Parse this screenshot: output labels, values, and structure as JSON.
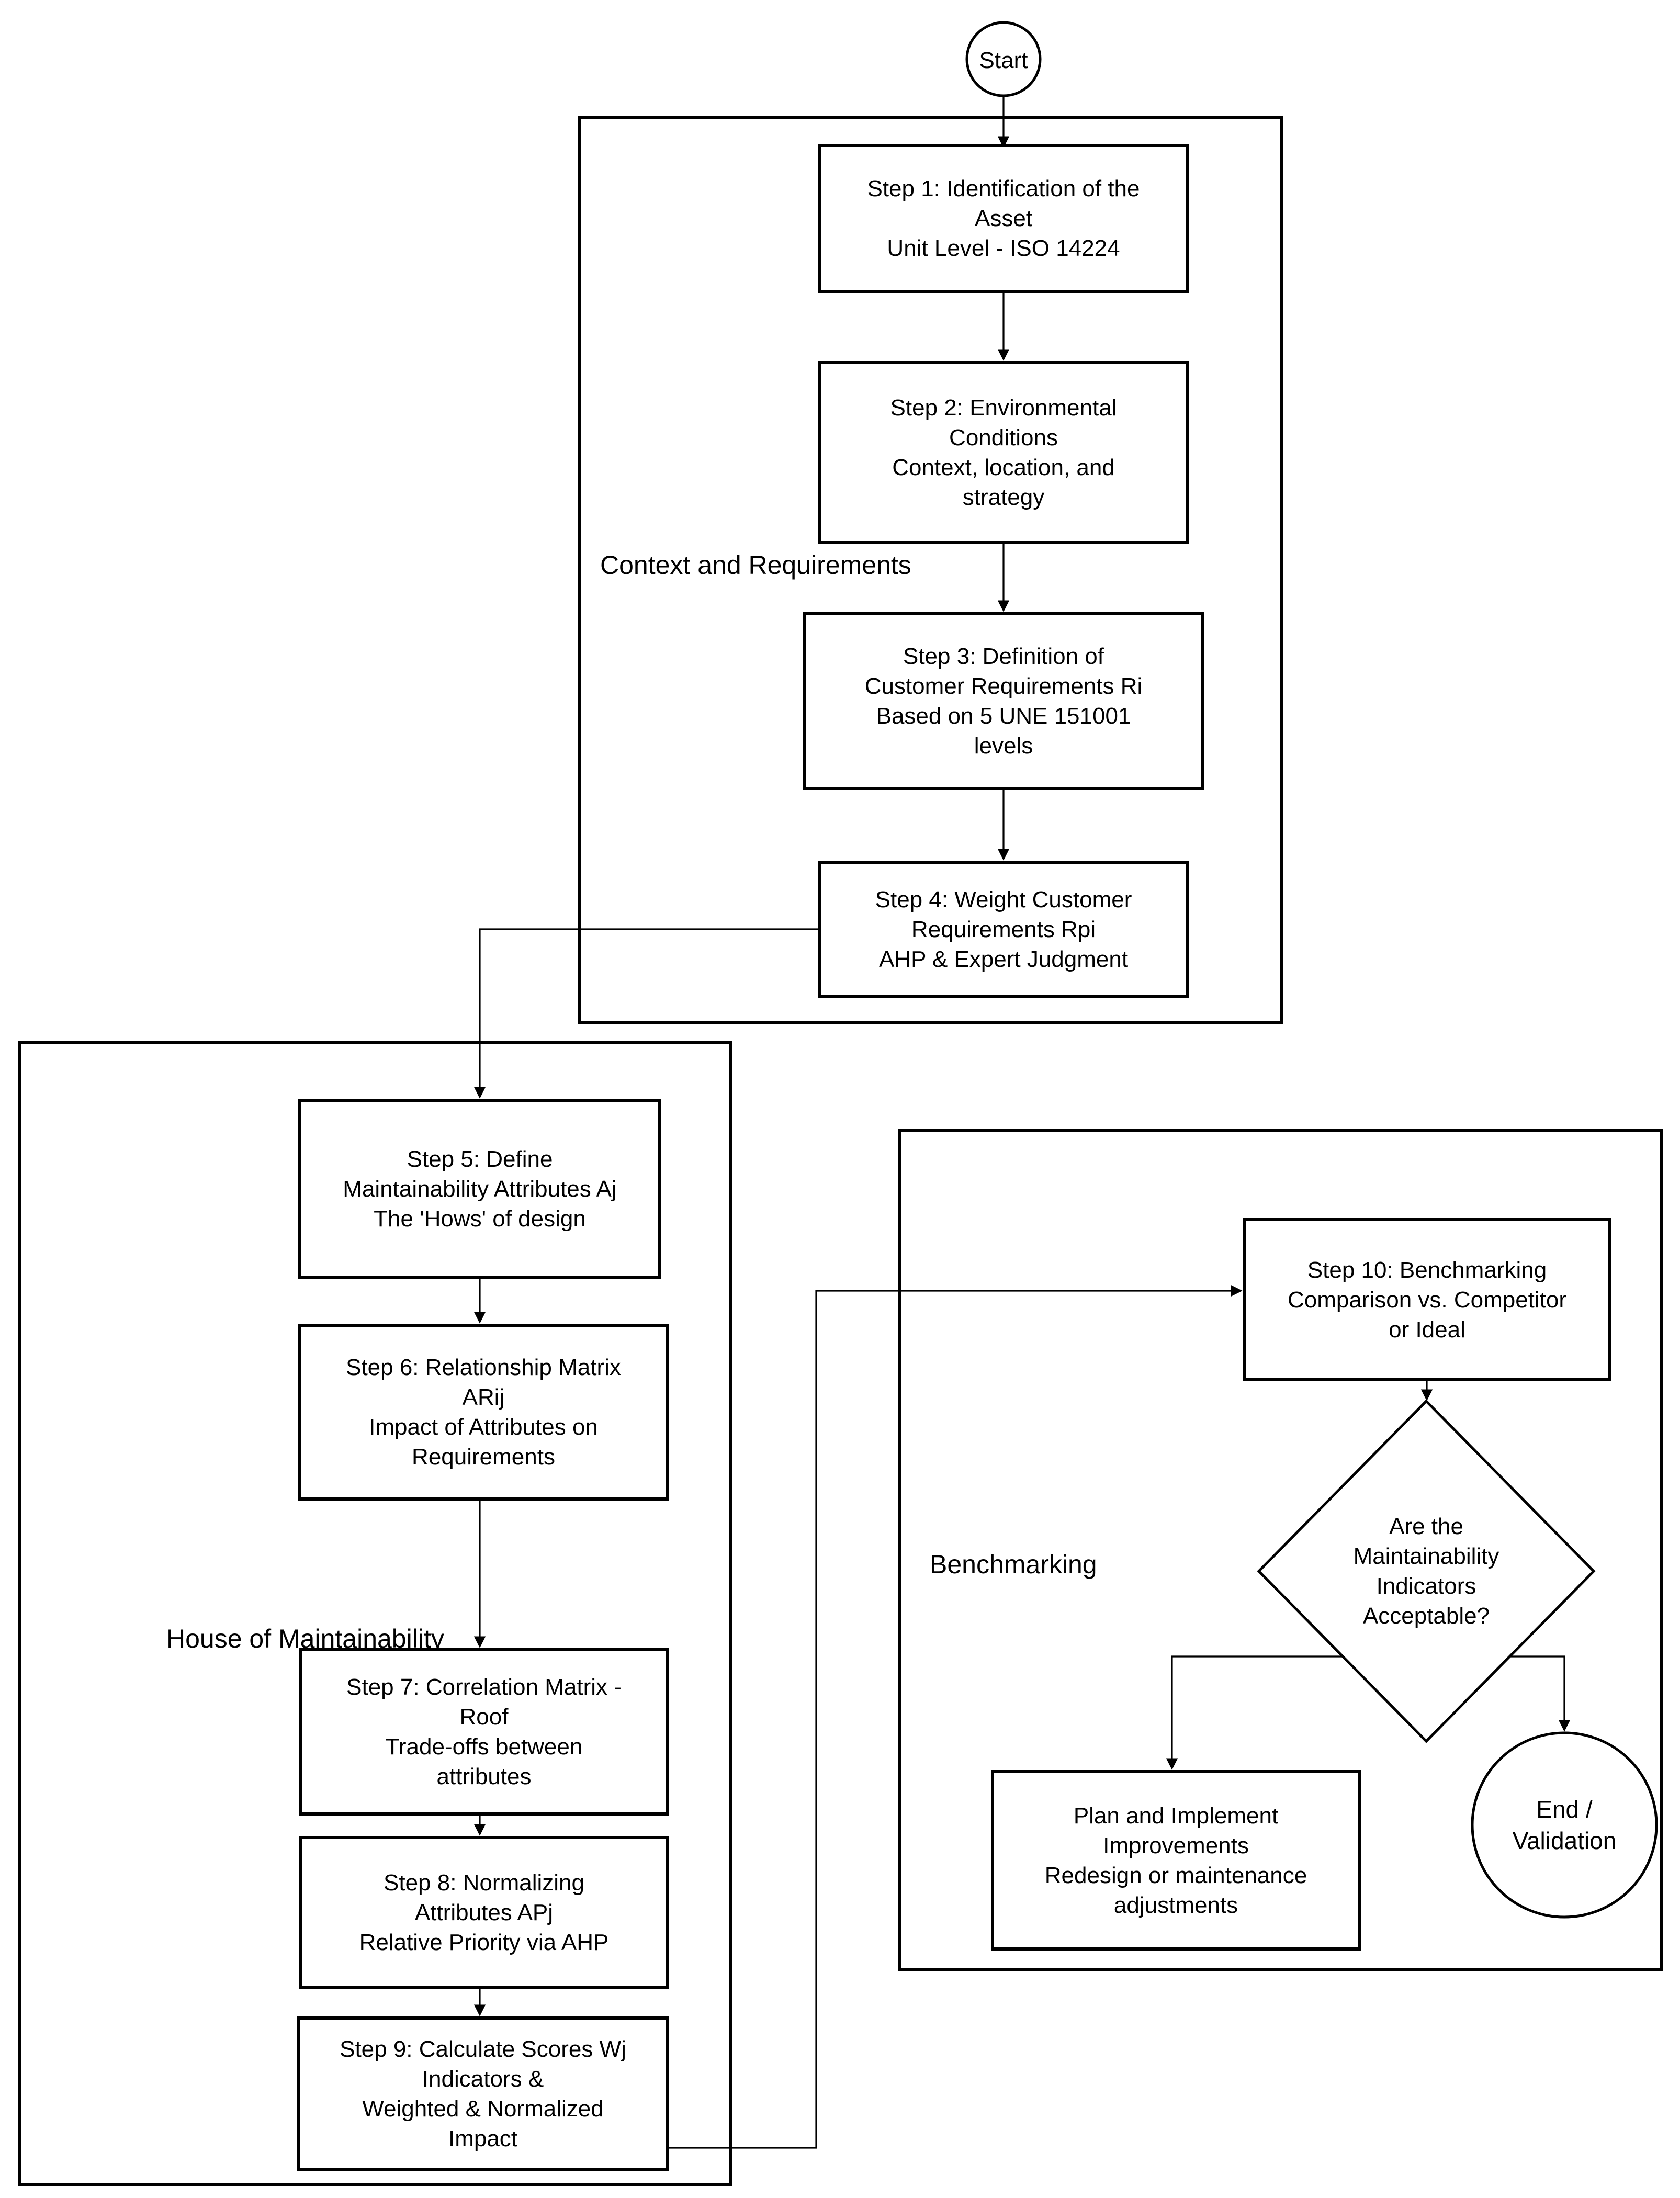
{
  "flowchart": {
    "start": {
      "label": "Start"
    },
    "groups": {
      "context": {
        "label": "Context and Requirements"
      },
      "house": {
        "label": "House of Maintainability"
      },
      "benchmarking": {
        "label": "Benchmarking"
      }
    },
    "nodes": {
      "step1": {
        "lines": [
          "Step 1: Identification of the",
          "Asset",
          "Unit Level - ISO 14224"
        ]
      },
      "step2": {
        "lines": [
          "Step 2: Environmental",
          "Conditions",
          "Context, location, and",
          "strategy"
        ]
      },
      "step3": {
        "lines": [
          "Step 3: Definition of",
          "Customer Requirements Ri",
          "Based on 5 UNE 151001",
          "levels"
        ]
      },
      "step4": {
        "lines": [
          "Step 4: Weight Customer",
          "Requirements Rpi",
          "AHP & Expert Judgment"
        ]
      },
      "step5": {
        "lines": [
          "Step 5: Define",
          "Maintainability Attributes Aj",
          "The 'Hows' of design"
        ]
      },
      "step6": {
        "lines": [
          "Step 6: Relationship Matrix",
          "ARij",
          "Impact of Attributes on",
          "Requirements"
        ]
      },
      "step7": {
        "lines": [
          "Step 7: Correlation Matrix -",
          "Roof",
          "Trade-offs between",
          "attributes"
        ]
      },
      "step8": {
        "lines": [
          "Step 8: Normalizing",
          "Attributes APj",
          "Relative Priority via AHP"
        ]
      },
      "step9": {
        "lines": [
          "Step 9: Calculate Scores Wj",
          "Indicators &",
          "Weighted & Normalized",
          "Impact"
        ]
      },
      "step10": {
        "lines": [
          "Step 10: Benchmarking",
          "Comparison vs. Competitor",
          "or Ideal"
        ]
      },
      "decision": {
        "lines": [
          "Are the",
          "Maintainability",
          "Indicators",
          "Acceptable?"
        ]
      },
      "plan": {
        "lines": [
          "Plan and Implement",
          "Improvements",
          "Redesign or maintenance",
          "adjustments"
        ]
      },
      "end": {
        "lines": [
          "End /",
          "Validation"
        ]
      }
    },
    "colors": {
      "stroke": "#000000",
      "background": "#ffffff"
    }
  }
}
